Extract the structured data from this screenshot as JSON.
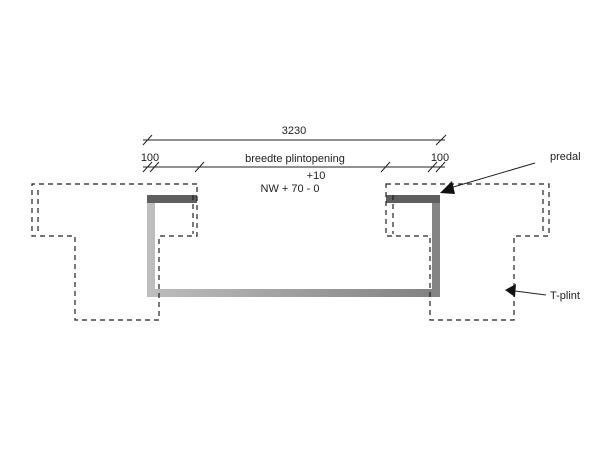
{
  "dimensions": {
    "total": "3230",
    "left_margin": "100",
    "right_margin": "100",
    "opening_label": "breedte plintopening",
    "tolerance_plus": "+10",
    "tolerance_formula": "NW + 70 - 0"
  },
  "labels": {
    "predal": "predal",
    "t_plint": "T-plint"
  },
  "colors": {
    "predal_bar": "#5f5f5f",
    "channel_light": "#b8b8b8",
    "channel_dark": "#858585"
  }
}
